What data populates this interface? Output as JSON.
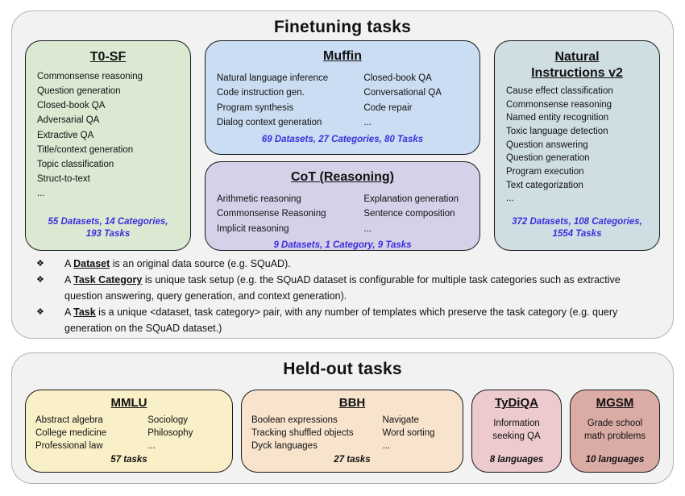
{
  "colors": {
    "stats_blue": "#3a30dc",
    "panel_bg": "#f2f2f2",
    "panel_border": "#b2b2b2"
  },
  "finetuning": {
    "title": "Finetuning tasks",
    "bullet_glyph": "❖",
    "boxes": {
      "t0sf": {
        "title": "T0-SF",
        "bg": "#dbe8d2",
        "items": [
          "Commonsense reasoning",
          "Question generation",
          "Closed-book QA",
          "Adversarial QA",
          "Extractive QA",
          "Title/context generation",
          "Topic classification",
          "Struct-to-text",
          "..."
        ],
        "stats": "55 Datasets, 14 Categories, 193 Tasks"
      },
      "muffin": {
        "title": "Muffin",
        "bg": "#cbddf3",
        "col1": [
          "Natural language inference",
          "Code instruction gen.",
          "Program synthesis",
          "Dialog context generation"
        ],
        "col2": [
          "Closed-book QA",
          "Conversational QA",
          "Code repair",
          "..."
        ],
        "stats": "69 Datasets, 27 Categories, 80 Tasks"
      },
      "cot": {
        "title": "CoT (Reasoning)",
        "bg": "#d6d0e9",
        "col1": [
          "Arithmetic reasoning",
          "Commonsense Reasoning",
          "Implicit reasoning"
        ],
        "col2": [
          "Explanation generation",
          "Sentence composition",
          "..."
        ],
        "stats": "9 Datasets, 1 Category, 9 Tasks"
      },
      "niv2": {
        "title": "Natural Instructions v2",
        "bg": "#cfdee3",
        "items": [
          "Cause effect classification",
          "Commonsense reasoning",
          "Named entity recognition",
          "Toxic language detection",
          "Question answering",
          "Question generation",
          "Program execution",
          "Text categorization",
          "..."
        ],
        "stats": "372 Datasets, 108 Categories, 1554 Tasks"
      }
    },
    "bullets": [
      {
        "prefix": "A ",
        "term": "Dataset",
        "rest": " is an original data source (e.g. SQuAD)."
      },
      {
        "prefix": "A ",
        "term": "Task Category",
        "rest": " is unique task setup (e.g. the SQuAD dataset is configurable for multiple task categories such as extractive question answering, query generation, and context generation)."
      },
      {
        "prefix": "A ",
        "term": "Task",
        "rest": " is a unique <dataset, task category> pair, with any number of templates which preserve the task category (e.g. query generation on the SQuAD dataset.)"
      }
    ]
  },
  "heldout": {
    "title": "Held-out tasks",
    "boxes": {
      "mmlu": {
        "title": "MMLU",
        "bg": "#faf0c7",
        "col1": [
          "Abstract algebra",
          "College medicine",
          "Professional law"
        ],
        "col2": [
          "Sociology",
          "Philosophy",
          "..."
        ],
        "stats": "57 tasks"
      },
      "bbh": {
        "title": "BBH",
        "bg": "#f8e3cd",
        "col1": [
          "Boolean expressions",
          "Tracking shuffled objects",
          "Dyck languages"
        ],
        "col2": [
          "Navigate",
          "Word sorting",
          "..."
        ],
        "stats": "27 tasks"
      },
      "tydiqa": {
        "title": "TyDiQA",
        "bg": "#eccacd",
        "content": "Information seeking QA",
        "stats": "8 languages"
      },
      "mgsm": {
        "title": "MGSM",
        "bg": "#dbaca6",
        "content": "Grade school math problems",
        "stats": "10 languages"
      }
    }
  }
}
